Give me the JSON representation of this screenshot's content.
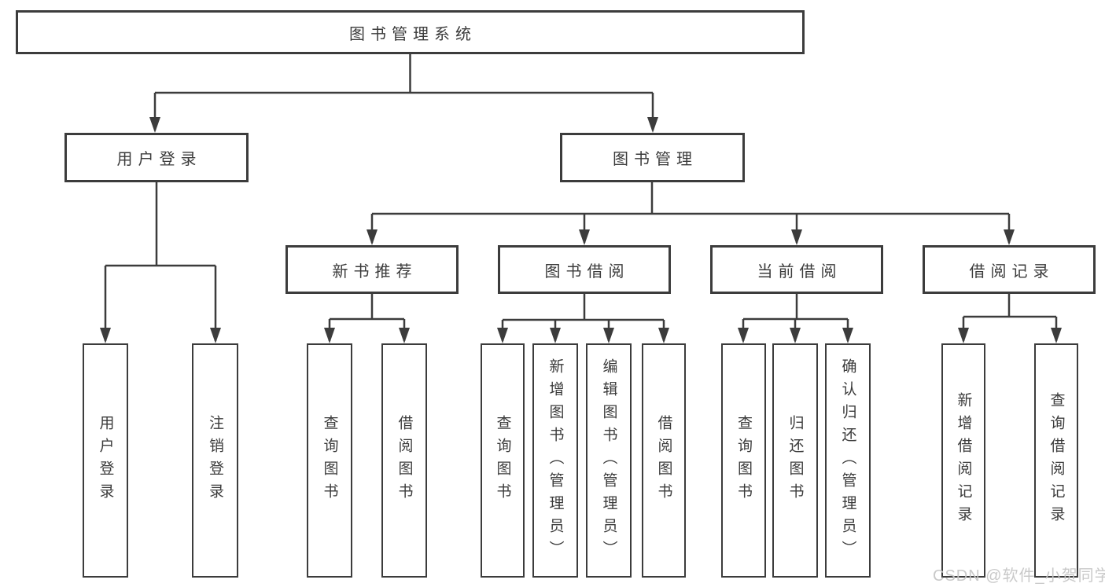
{
  "diagram": {
    "title_node": {
      "label": "图书管理系统"
    },
    "branches": [
      {
        "label": "用户登录"
      },
      {
        "label": "图书管理"
      }
    ],
    "modules": [
      {
        "label": "新书推荐",
        "parent": "图书管理"
      },
      {
        "label": "图书借阅",
        "parent": "图书管理"
      },
      {
        "label": "当前借阅",
        "parent": "图书管理"
      },
      {
        "label": "借阅记录",
        "parent": "图书管理"
      }
    ],
    "functions": [
      {
        "label": "用户登录",
        "parent": "用户登录"
      },
      {
        "label": "注销登录",
        "parent": "用户登录"
      },
      {
        "label": "查询图书",
        "parent": "新书推荐"
      },
      {
        "label": "借阅图书",
        "parent": "新书推荐"
      },
      {
        "label": "查询图书",
        "parent": "图书借阅"
      },
      {
        "label": "新增图书（管理员）",
        "parent": "图书借阅"
      },
      {
        "label": "编辑图书（管理员）",
        "parent": "图书借阅"
      },
      {
        "label": "借阅图书",
        "parent": "图书借阅"
      },
      {
        "label": "查询图书",
        "parent": "当前借阅"
      },
      {
        "label": "归还图书",
        "parent": "当前借阅"
      },
      {
        "label": "确认归还（管理员）",
        "parent": "当前借阅"
      },
      {
        "label": "新增借阅记录",
        "parent": "借阅记录"
      },
      {
        "label": "查询借阅记录",
        "parent": "借阅记录"
      }
    ],
    "watermark": "CSDN @软件_小贺同学",
    "colors": {
      "line": "#3c3c3c",
      "text": "#3b3b3b",
      "background": "#ffffff",
      "watermark": "#c6c6c6"
    }
  }
}
